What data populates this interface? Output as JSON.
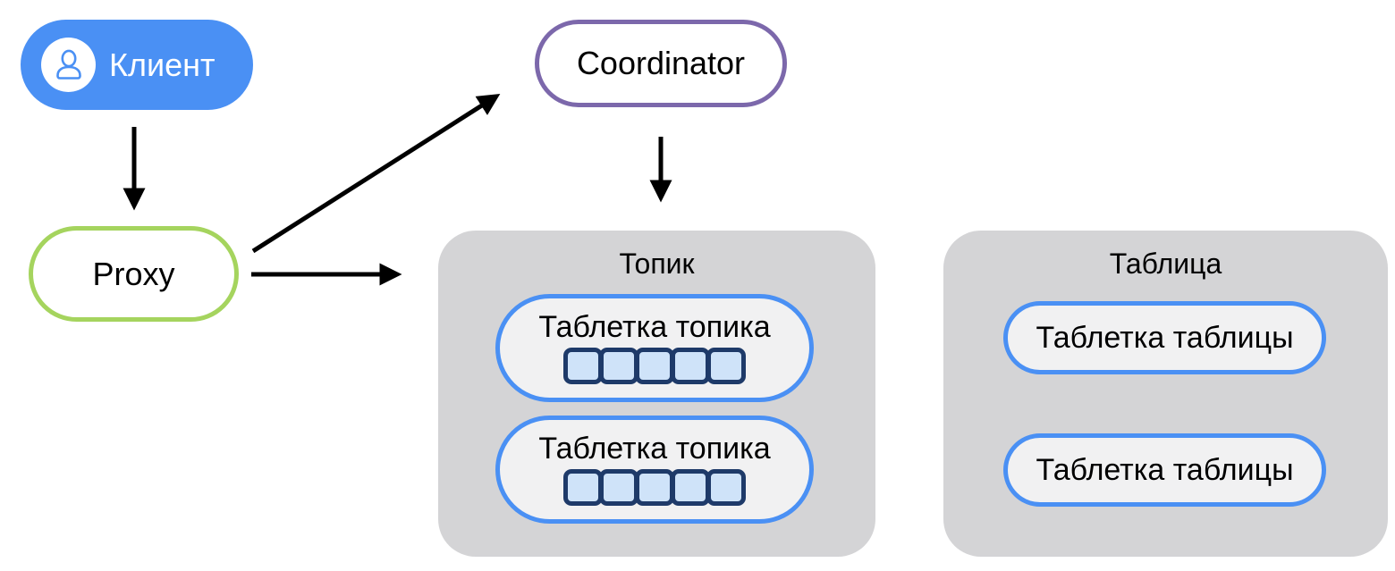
{
  "nodes": {
    "client": {
      "label": "Клиент",
      "icon": "user-icon"
    },
    "proxy": {
      "label": "Proxy"
    },
    "coordinator": {
      "label": "Coordinator"
    }
  },
  "topic_group": {
    "title": "Топик",
    "tablets": [
      {
        "label": "Таблетка топика",
        "partition_count": 5
      },
      {
        "label": "Таблетка топика",
        "partition_count": 5
      }
    ]
  },
  "table_group": {
    "title": "Таблица",
    "tablets": [
      {
        "label": "Таблетка таблицы"
      },
      {
        "label": "Таблетка таблицы"
      }
    ]
  },
  "edges": [
    {
      "from": "client",
      "to": "proxy"
    },
    {
      "from": "proxy",
      "to": "coordinator"
    },
    {
      "from": "proxy",
      "to": "topic"
    },
    {
      "from": "coordinator",
      "to": "topic"
    }
  ],
  "colors": {
    "client_fill": "#4A90F4",
    "proxy_border": "#A5D45E",
    "coordinator_border": "#7C68AB",
    "group_fill": "#D4D4D6",
    "tablet_border": "#4A90F4",
    "tablet_fill": "#F1F1F2",
    "partition_fill": "#CFE3F9",
    "partition_border": "#1E3A69",
    "arrow": "#000000"
  }
}
